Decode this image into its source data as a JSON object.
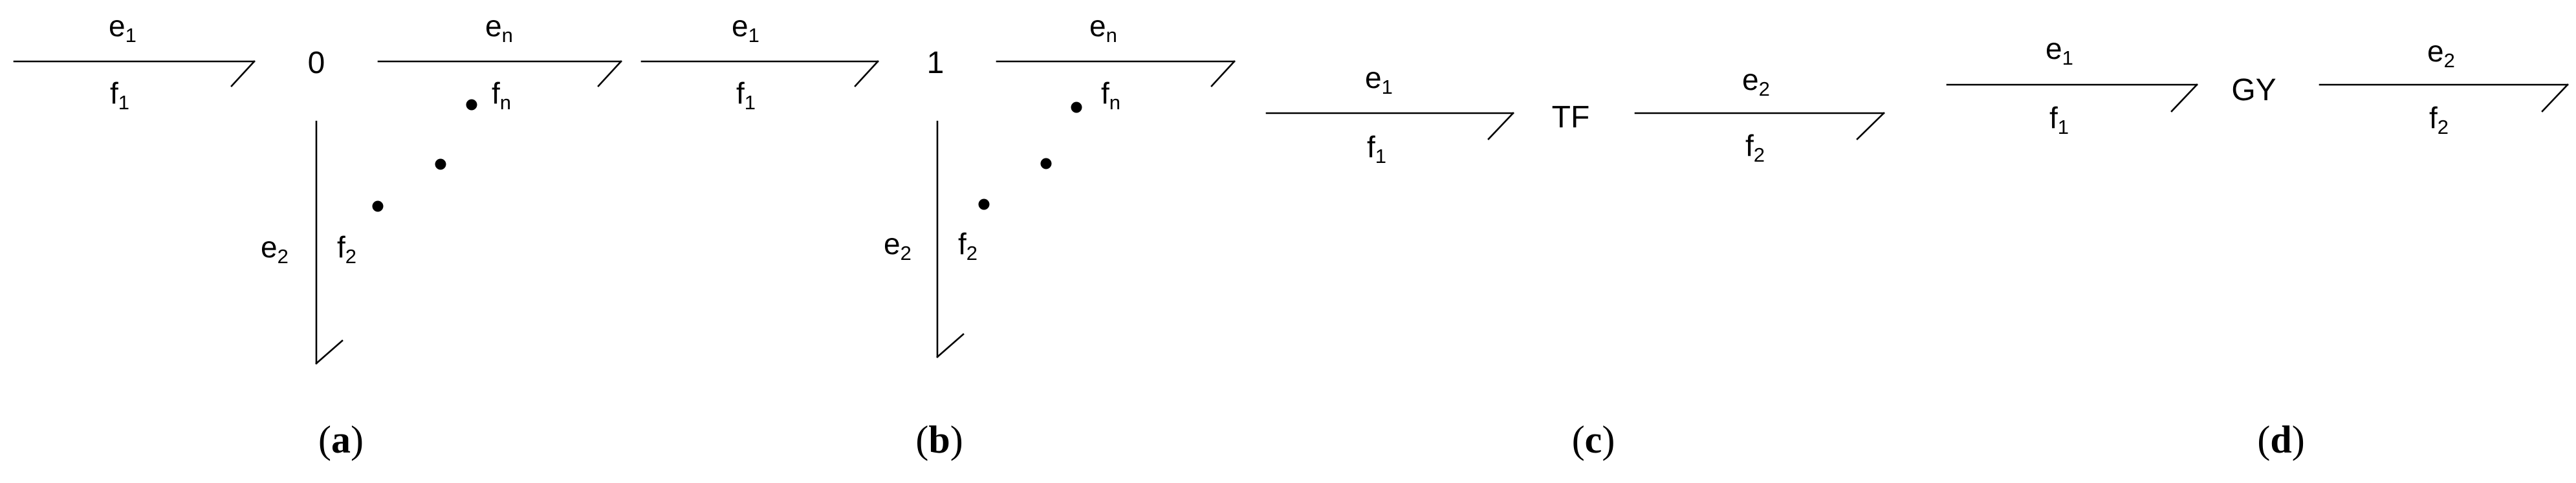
{
  "panels": [
    {
      "caption": "a",
      "junction": "0",
      "bonds": [
        {
          "effort": "e",
          "effort_sub": "1",
          "flow": "f",
          "flow_sub": "1"
        },
        {
          "effort": "e",
          "effort_sub": "n",
          "flow": "f",
          "flow_sub": "n"
        },
        {
          "effort": "e",
          "effort_sub": "2",
          "flow": "f",
          "flow_sub": "2"
        }
      ]
    },
    {
      "caption": "b",
      "junction": "1",
      "bonds": [
        {
          "effort": "e",
          "effort_sub": "1",
          "flow": "f",
          "flow_sub": "1"
        },
        {
          "effort": "e",
          "effort_sub": "n",
          "flow": "f",
          "flow_sub": "n"
        },
        {
          "effort": "e",
          "effort_sub": "2",
          "flow": "f",
          "flow_sub": "2"
        }
      ]
    },
    {
      "caption": "c",
      "element": "TF",
      "bonds": [
        {
          "effort": "e",
          "effort_sub": "1",
          "flow": "f",
          "flow_sub": "1"
        },
        {
          "effort": "e",
          "effort_sub": "2",
          "flow": "f",
          "flow_sub": "2"
        }
      ]
    },
    {
      "caption": "d",
      "element": "GY",
      "bonds": [
        {
          "effort": "e",
          "effort_sub": "1",
          "flow": "f",
          "flow_sub": "1"
        },
        {
          "effort": "e",
          "effort_sub": "2",
          "flow": "f",
          "flow_sub": "2"
        }
      ]
    }
  ]
}
